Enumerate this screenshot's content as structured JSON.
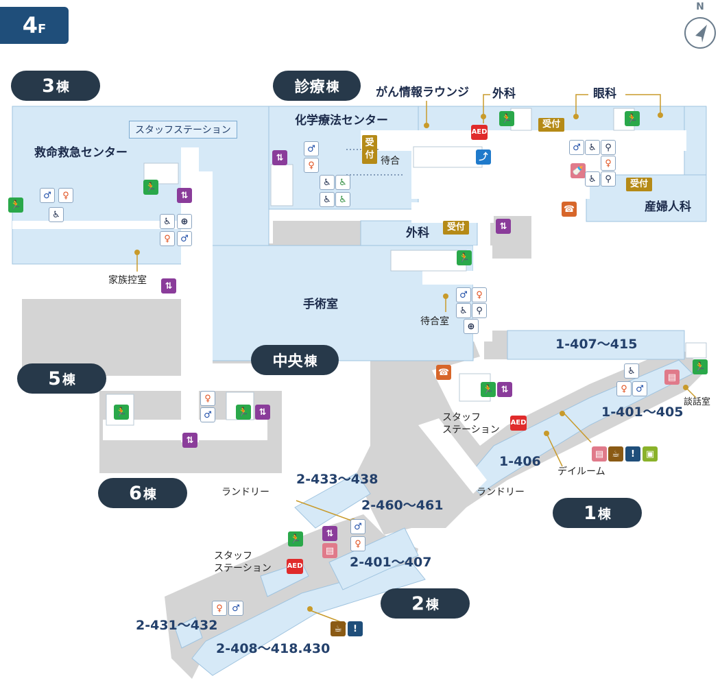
{
  "floor": {
    "number": "4",
    "suffix": "F"
  },
  "compass": {
    "label": "N"
  },
  "buildings": [
    {
      "id": "b3",
      "num": "3",
      "kanji": "棟"
    },
    {
      "id": "shinryo",
      "num": "診療",
      "kanji": "棟"
    },
    {
      "id": "chuo",
      "num": "中央",
      "kanji": "棟"
    },
    {
      "id": "b5",
      "num": "5",
      "kanji": "棟"
    },
    {
      "id": "b6",
      "num": "6",
      "kanji": "棟"
    },
    {
      "id": "b1",
      "num": "1",
      "kanji": "棟"
    },
    {
      "id": "b2",
      "num": "2",
      "kanji": "棟"
    }
  ],
  "labels": {
    "emergency_center": "救命救急センター",
    "staff_station_box": "スタッフステーション",
    "family_waiting": "家族控室",
    "chemo_center": "化学療法センター",
    "waiting": "待合",
    "cancer_lounge": "がん情報ラウンジ",
    "surgery_top": "外科",
    "ophthalmology": "眼科",
    "obgyn": "産婦人科",
    "surgery_mid": "外科",
    "operating_room": "手術室",
    "waiting_room": "待合室",
    "reception": "受付",
    "aed": "AED",
    "staff_station_1": "スタッフ\nステーション",
    "staff_station_2": "スタッフ\nステーション",
    "laundry_1": "ランドリー",
    "laundry_2": "ランドリー",
    "day_room": "デイルーム",
    "consult_room": "談話室"
  },
  "rooms": {
    "r1_407": "1-407～415",
    "r1_401": "1-401～405",
    "r1_406": "1-406",
    "r2_433": "2-433～438",
    "r2_460": "2-460～461",
    "r2_401": "2-401～407",
    "r2_431": "2-431～432",
    "r2_408": "2-408～418.430"
  },
  "colors": {
    "room_fill": "#d6e9f7",
    "room_stroke": "#9fc3df",
    "corridor": "#ffffff",
    "gray_area": "#d4d4d4",
    "leader": "#c89a2a",
    "pill": "#27394a",
    "badge": "#1f4e7a"
  }
}
